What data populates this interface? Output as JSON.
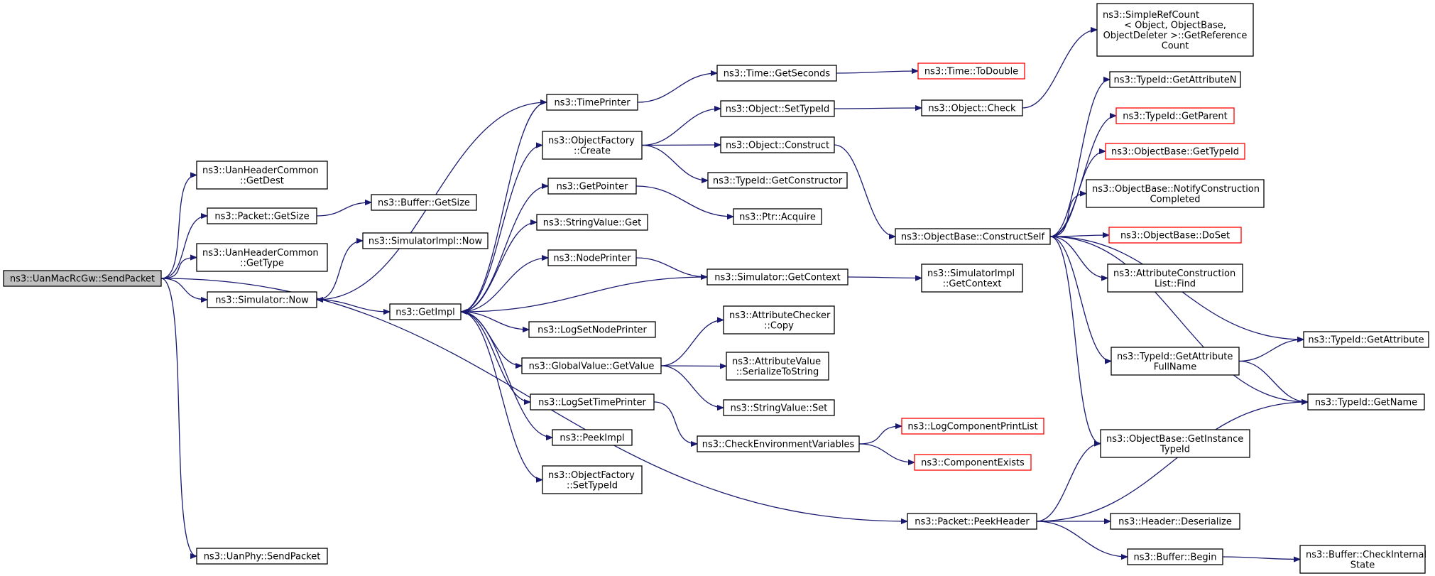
{
  "colors": {
    "edge": "#191970",
    "node_border": "#000000",
    "truncated_border": "#ff0000",
    "root_fill": "#bfbfbf"
  },
  "nodes": {
    "sendpacket": {
      "lines": [
        "ns3::UanMacRcGw::SendPacket"
      ],
      "root": true
    },
    "getdest": {
      "lines": [
        "ns3::UanHeaderCommon",
        "::GetDest"
      ]
    },
    "pktgetsize": {
      "lines": [
        "ns3::Packet::GetSize"
      ]
    },
    "gettype": {
      "lines": [
        "ns3::UanHeaderCommon",
        "::GetType"
      ]
    },
    "simnow": {
      "lines": [
        "ns3::Simulator::Now"
      ]
    },
    "physend": {
      "lines": [
        "ns3::UanPhy::SendPacket"
      ]
    },
    "bufgetsize": {
      "lines": [
        "ns3::Buffer::GetSize"
      ]
    },
    "simimplnow": {
      "lines": [
        "ns3::SimulatorImpl::Now"
      ]
    },
    "getimpl": {
      "lines": [
        "ns3::GetImpl"
      ]
    },
    "timeprinter": {
      "lines": [
        "ns3::TimePrinter"
      ]
    },
    "ofcreate": {
      "lines": [
        "ns3::ObjectFactory",
        "::Create"
      ]
    },
    "getpointer": {
      "lines": [
        "ns3::GetPointer"
      ]
    },
    "svget": {
      "lines": [
        "ns3::StringValue::Get"
      ]
    },
    "nodeprinter": {
      "lines": [
        "ns3::NodePrinter"
      ]
    },
    "logsetnode": {
      "lines": [
        "ns3::LogSetNodePrinter"
      ]
    },
    "gvgetvalue": {
      "lines": [
        "ns3::GlobalValue::GetValue"
      ]
    },
    "logsettime": {
      "lines": [
        "ns3::LogSetTimePrinter"
      ]
    },
    "peekimpl": {
      "lines": [
        "ns3::PeekImpl"
      ]
    },
    "ofsettypeid": {
      "lines": [
        "ns3::ObjectFactory",
        "::SetTypeId"
      ]
    },
    "timegetsec": {
      "lines": [
        "ns3::Time::GetSeconds"
      ]
    },
    "objsettypeid": {
      "lines": [
        "ns3::Object::SetTypeId"
      ]
    },
    "objconstruct": {
      "lines": [
        "ns3::Object::Construct"
      ]
    },
    "tidgetctor": {
      "lines": [
        "ns3::TypeId::GetConstructor"
      ]
    },
    "ptracquire": {
      "lines": [
        "ns3::Ptr::Acquire"
      ]
    },
    "simgetctx": {
      "lines": [
        "ns3::Simulator::GetContext"
      ]
    },
    "acheckcopy": {
      "lines": [
        "ns3::AttributeChecker",
        "::Copy"
      ]
    },
    "avserialize": {
      "lines": [
        "ns3::AttributeValue",
        "::SerializeToString"
      ]
    },
    "svset": {
      "lines": [
        "ns3::StringValue::Set"
      ]
    },
    "checkenv": {
      "lines": [
        "ns3::CheckEnvironmentVariables"
      ]
    },
    "timetodouble": {
      "lines": [
        "ns3::Time::ToDouble"
      ],
      "red": true
    },
    "objcheck": {
      "lines": [
        "ns3::Object::Check"
      ]
    },
    "obconstructself": {
      "lines": [
        "ns3::ObjectBase::ConstructSelf"
      ]
    },
    "simimplgetctx": {
      "lines": [
        "ns3::SimulatorImpl",
        "::GetContext"
      ]
    },
    "logcompprint": {
      "lines": [
        "ns3::LogComponentPrintList"
      ],
      "red": true
    },
    "compexists": {
      "lines": [
        "ns3::ComponentExists"
      ],
      "red": true
    },
    "pktpeekheader": {
      "lines": [
        "ns3::Packet::PeekHeader"
      ]
    },
    "simplerefcount": {
      "lines": [
        "ns3::SimpleRefCount",
        "< Object, ObjectBase,",
        " ObjectDeleter >::GetReference",
        "Count"
      ]
    },
    "tidgetattrn": {
      "lines": [
        "ns3::TypeId::GetAttributeN"
      ]
    },
    "tidgetparent": {
      "lines": [
        "ns3::TypeId::GetParent"
      ],
      "red": true
    },
    "obgettypeid": {
      "lines": [
        "ns3::ObjectBase::GetTypeId"
      ],
      "red": true
    },
    "obnotify": {
      "lines": [
        "ns3::ObjectBase::NotifyConstruction",
        "Completed"
      ]
    },
    "obdoset": {
      "lines": [
        "ns3::ObjectBase::DoSet"
      ],
      "red": true
    },
    "aclfind": {
      "lines": [
        "ns3::AttributeConstruction",
        "List::Find"
      ]
    },
    "tidgetattrfull": {
      "lines": [
        "ns3::TypeId::GetAttribute",
        "FullName"
      ]
    },
    "obgetinst": {
      "lines": [
        "ns3::ObjectBase::GetInstance",
        "TypeId"
      ]
    },
    "hdrdeser": {
      "lines": [
        "ns3::Header::Deserialize"
      ]
    },
    "bufbegin": {
      "lines": [
        "ns3::Buffer::Begin"
      ]
    },
    "tidgetattr": {
      "lines": [
        "ns3::TypeId::GetAttribute"
      ]
    },
    "tidgetname": {
      "lines": [
        "ns3::TypeId::GetName"
      ]
    },
    "bufcheckint": {
      "lines": [
        "ns3::Buffer::CheckInternal",
        "State"
      ]
    }
  },
  "edges": [
    [
      "sendpacket",
      "getdest"
    ],
    [
      "sendpacket",
      "pktgetsize"
    ],
    [
      "sendpacket",
      "gettype"
    ],
    [
      "sendpacket",
      "simnow"
    ],
    [
      "sendpacket",
      "pktpeekheader"
    ],
    [
      "sendpacket",
      "physend"
    ],
    [
      "pktgetsize",
      "bufgetsize"
    ],
    [
      "simnow",
      "simimplnow"
    ],
    [
      "simnow",
      "getimpl"
    ],
    [
      "getimpl",
      "timeprinter"
    ],
    [
      "getimpl",
      "ofcreate"
    ],
    [
      "getimpl",
      "getpointer"
    ],
    [
      "getimpl",
      "svget"
    ],
    [
      "getimpl",
      "nodeprinter"
    ],
    [
      "getimpl",
      "logsetnode"
    ],
    [
      "getimpl",
      "gvgetvalue"
    ],
    [
      "getimpl",
      "logsettime"
    ],
    [
      "getimpl",
      "peekimpl"
    ],
    [
      "getimpl",
      "ofsettypeid"
    ],
    [
      "timeprinter",
      "timegetsec"
    ],
    [
      "timeprinter",
      "simnow"
    ],
    [
      "ofcreate",
      "objsettypeid"
    ],
    [
      "ofcreate",
      "objconstruct"
    ],
    [
      "ofcreate",
      "tidgetctor"
    ],
    [
      "getpointer",
      "ptracquire"
    ],
    [
      "nodeprinter",
      "simgetctx"
    ],
    [
      "simgetctx",
      "getimpl"
    ],
    [
      "simgetctx",
      "simimplgetctx"
    ],
    [
      "gvgetvalue",
      "acheckcopy"
    ],
    [
      "gvgetvalue",
      "avserialize"
    ],
    [
      "gvgetvalue",
      "svset"
    ],
    [
      "logsettime",
      "checkenv"
    ],
    [
      "checkenv",
      "logcompprint"
    ],
    [
      "checkenv",
      "compexists"
    ],
    [
      "timegetsec",
      "timetodouble"
    ],
    [
      "objsettypeid",
      "objcheck"
    ],
    [
      "objcheck",
      "simplerefcount"
    ],
    [
      "objconstruct",
      "obconstructself"
    ],
    [
      "obconstructself",
      "tidgetattrn"
    ],
    [
      "obconstructself",
      "tidgetparent"
    ],
    [
      "obconstructself",
      "obgettypeid"
    ],
    [
      "obconstructself",
      "obnotify"
    ],
    [
      "obconstructself",
      "obdoset"
    ],
    [
      "obconstructself",
      "aclfind"
    ],
    [
      "obconstructself",
      "tidgetattr"
    ],
    [
      "obconstructself",
      "tidgetattrfull"
    ],
    [
      "obconstructself",
      "tidgetname"
    ],
    [
      "obconstructself",
      "obgetinst"
    ],
    [
      "tidgetattrfull",
      "tidgetattr"
    ],
    [
      "tidgetattrfull",
      "tidgetname"
    ],
    [
      "pktpeekheader",
      "obgetinst"
    ],
    [
      "pktpeekheader",
      "tidgetname"
    ],
    [
      "pktpeekheader",
      "hdrdeser"
    ],
    [
      "pktpeekheader",
      "bufbegin"
    ],
    [
      "bufbegin",
      "bufcheckint"
    ]
  ]
}
